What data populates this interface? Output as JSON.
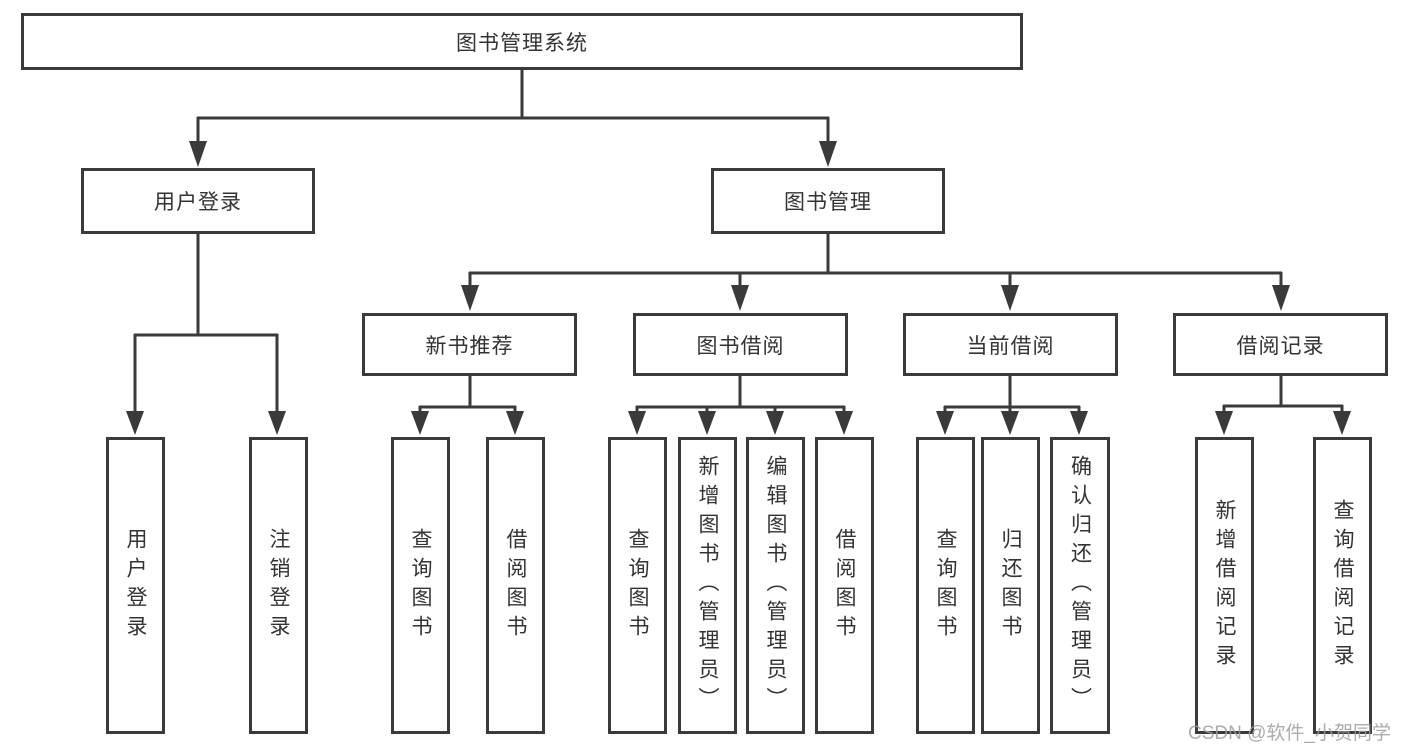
{
  "tree": {
    "root": "图书管理系统",
    "children": [
      {
        "label": "用户登录",
        "children": [
          "用户登录",
          "注销登录"
        ]
      },
      {
        "label": "图书管理",
        "children": [
          {
            "label": "新书推荐",
            "children": [
              "查询图书",
              "借阅图书"
            ]
          },
          {
            "label": "图书借阅",
            "children": [
              "查询图书",
              "新增图书（管理员）",
              "编辑图书（管理员）",
              "借阅图书"
            ]
          },
          {
            "label": "当前借阅",
            "children": [
              "查询图书",
              "归还图书",
              "确认归还（管理员）"
            ]
          },
          {
            "label": "借阅记录",
            "children": [
              "新增借阅记录",
              "查询借阅记录"
            ]
          }
        ]
      }
    ]
  },
  "watermark": {
    "text": "CSDN @软件_小贺同学"
  },
  "colors": {
    "line": "#3a3a3a",
    "text": "#333333",
    "watermark": "#b3b3b3"
  }
}
